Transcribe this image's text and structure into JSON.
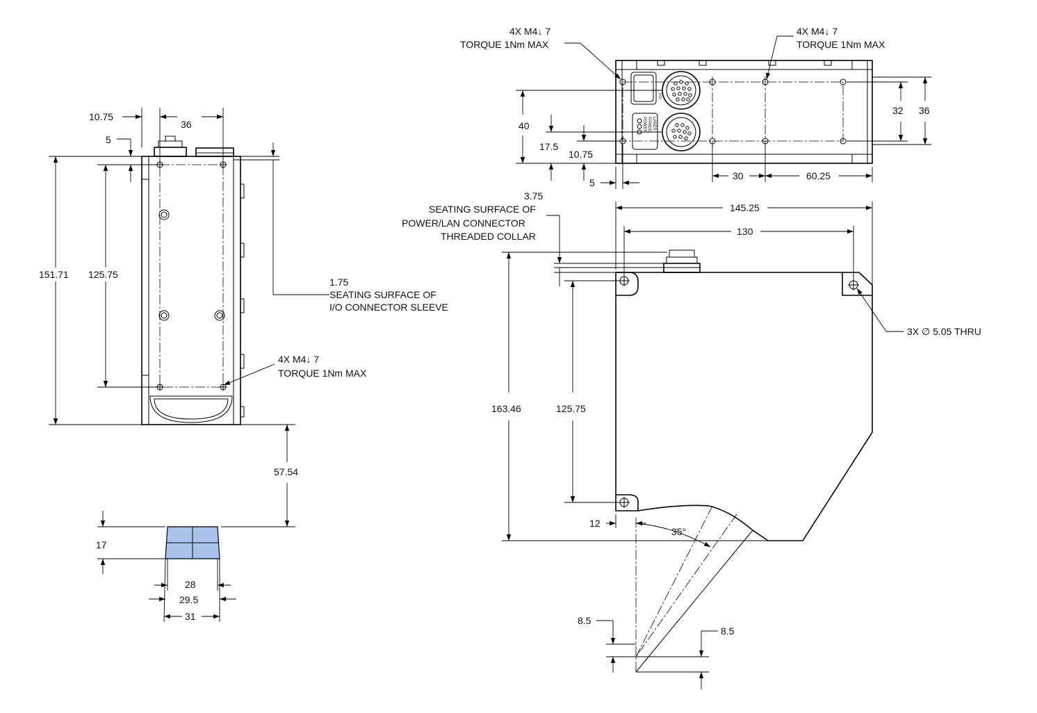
{
  "side_view": {
    "dim_10_75": "10.75",
    "dim_36": "36",
    "dim_5": "5",
    "dim_151_71": "151.71",
    "dim_125_75": "125.75",
    "dim_57_54": "57.54",
    "note_io_value": "1.75",
    "note_io_line1": "SEATING SURFACE OF",
    "note_io_line2": "I/O CONNECTOR SLEEVE",
    "note_holes_line1": "4X M4↓ 7",
    "note_holes_line2": "TORQUE 1Nm MAX"
  },
  "beam_section": {
    "dim_17": "17",
    "dim_28": "28",
    "dim_29_5": "29.5",
    "dim_31": "31",
    "fill_color": "#a9c2ea"
  },
  "top_view": {
    "note_left_line1": "4X M4↓ 7",
    "note_left_line2": "TORQUE 1Nm MAX",
    "note_right_line1": "4X M4↓ 7",
    "note_right_line2": "TORQUE 1Nm MAX",
    "dim_40": "40",
    "dim_17_5": "17.5",
    "dim_10_75": "10.75",
    "dim_5": "5",
    "dim_30": "30",
    "dim_60_25": "60.25",
    "dim_32": "32",
    "dim_36": "36",
    "led_labels": [
      "POWER",
      "RANGE",
      "LASER"
    ],
    "io_label": "I/O"
  },
  "front_view": {
    "note_conn_value": "3.75",
    "note_conn_line1": "SEATING SURFACE OF",
    "note_conn_line2": "POWER/LAN CONNECTOR",
    "note_conn_line3": "THREADED COLLAR",
    "dim_145_25": "145.25",
    "dim_130": "130",
    "note_thru": "3X ∅ 5.05 THRU",
    "dim_163_46": "163.46",
    "dim_125_75": "125.75",
    "dim_12": "12",
    "angle_35": "35°",
    "dim_8_5_left": "8.5",
    "dim_8_5_right": "8.5"
  }
}
